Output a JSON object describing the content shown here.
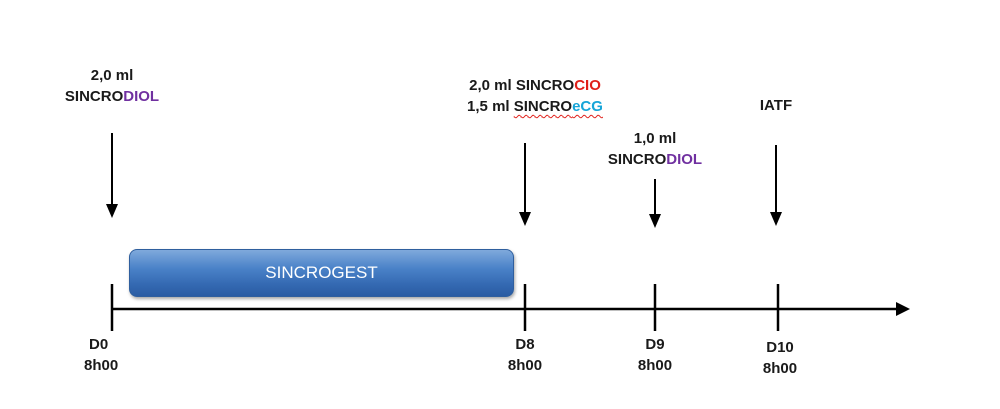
{
  "events": [
    {
      "volume": "2,0 ml",
      "prefix": "SINCRO",
      "suffix": "DIOL",
      "suffix_color": "#7030a0"
    },
    {
      "line1": {
        "volume": "2,0 ml",
        "prefix": "SINCRO",
        "suffix": "CIO",
        "suffix_color": "#e0201a"
      },
      "line2": {
        "volume": "1,5 ml",
        "prefix": "SINCRO",
        "suffix": "eCG",
        "suffix_color": "#17a5d8"
      }
    },
    {
      "volume": "1,0 ml",
      "prefix": "SINCRO",
      "suffix": "DIOL",
      "suffix_color": "#7030a0"
    },
    {
      "label": "IATF"
    }
  ],
  "bar": {
    "label": "SINCROGEST"
  },
  "days": [
    {
      "day": "D0",
      "time": "8h00"
    },
    {
      "day": "D8",
      "time": "8h00"
    },
    {
      "day": "D9",
      "time": "8h00"
    },
    {
      "day": "D10",
      "time": "8h00"
    }
  ]
}
